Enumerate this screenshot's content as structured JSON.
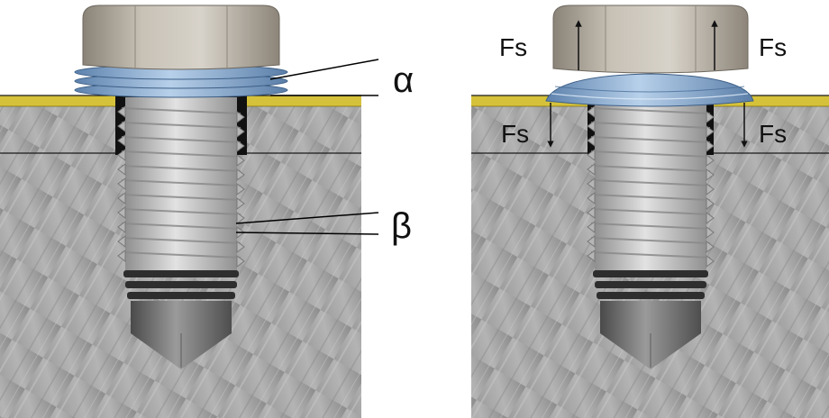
{
  "colors": {
    "background": "#ffffff",
    "steel_plate": "#a8a8a8",
    "base_block": "#9a9a9a",
    "yellow_layer": "#d6c23a",
    "washer_blue": "#8fb2d8",
    "bolt_head": "#b9b2a6",
    "bolt_thread": "#c9c9c9",
    "lead_line": "#000000"
  },
  "left": {
    "labels": {
      "alpha": "α",
      "beta": "β"
    }
  },
  "right": {
    "labels": {
      "fs_top_left": "Fs",
      "fs_top_right": "Fs",
      "fs_bottom_left": "Fs",
      "fs_bottom_right": "Fs"
    }
  }
}
